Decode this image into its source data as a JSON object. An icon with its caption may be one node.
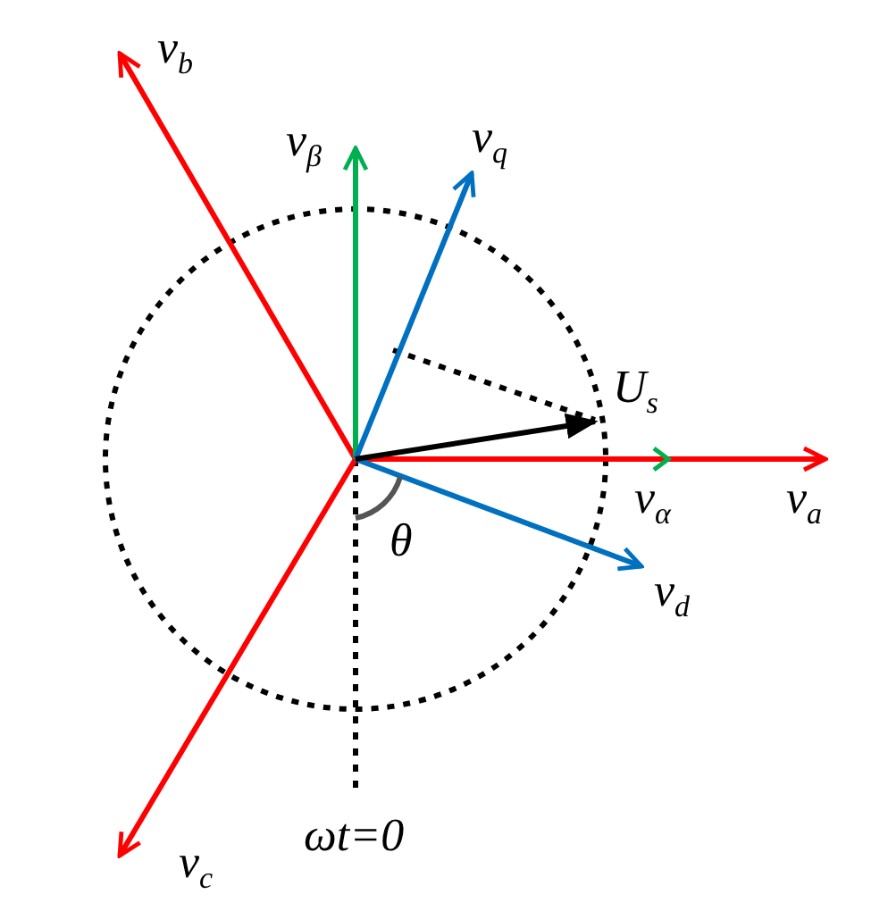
{
  "diagram": {
    "labels": [
      "v$_{b}$",
      "v$_{β}$",
      "v$_{q}$",
      "U$_{s}$",
      "v$_{α}$",
      "v$_{a}$",
      "θ",
      "v$_{d}$",
      "v$_{c}$",
      "ωt=0"
    ]
  }
}
